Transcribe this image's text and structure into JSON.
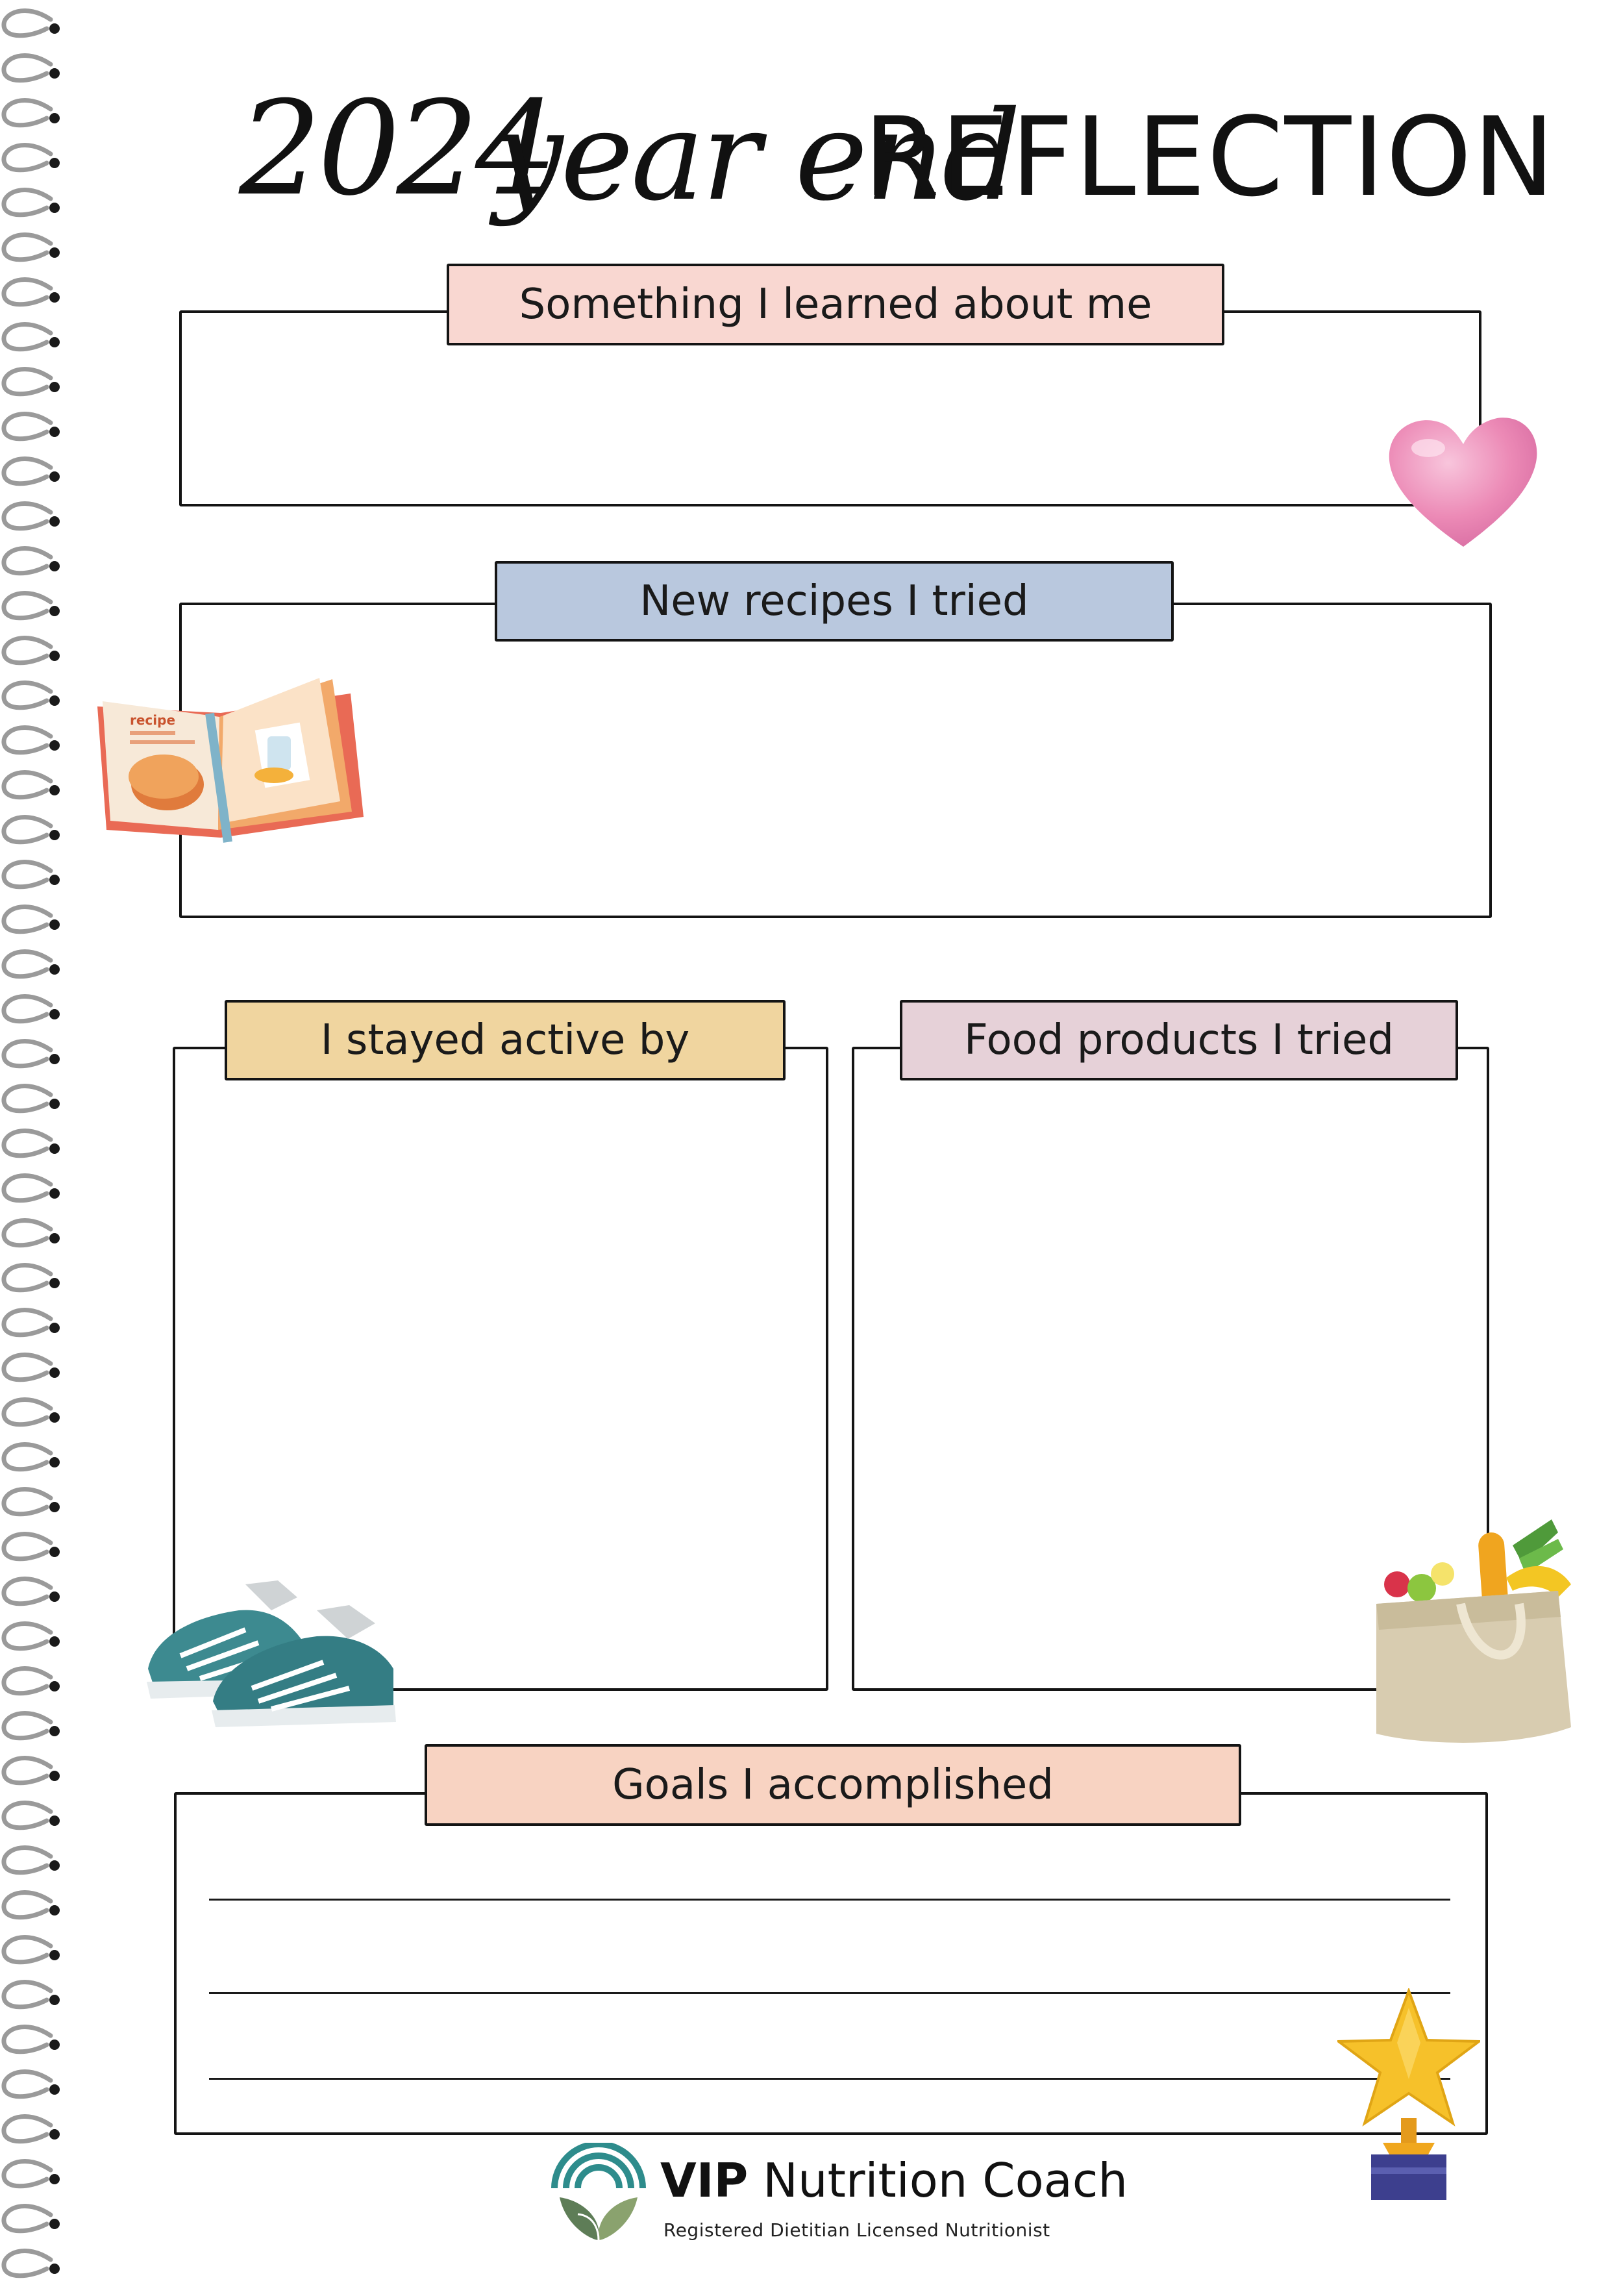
{
  "title": {
    "year": "2024",
    "script": "year end",
    "main": "REFLECTION"
  },
  "sections": {
    "learned": {
      "label": "Something I learned about me",
      "color": "#f9d7d1"
    },
    "recipes": {
      "label": "New recipes I tried",
      "color": "#b9c8de"
    },
    "active": {
      "label": "I stayed active by",
      "color": "#f0d59f"
    },
    "food": {
      "label": "Food products I tried",
      "color": "#e6d1d8"
    },
    "goals": {
      "label": "Goals I accomplished",
      "color": "#f8d3c2"
    }
  },
  "stickers": {
    "heart": "heart-icon",
    "recipe_book": {
      "icon": "recipe-book-icon",
      "text": "recipe"
    },
    "sneakers": "sneakers-icon",
    "grocery_bag": "grocery-bag-icon",
    "trophy": "star-trophy-icon"
  },
  "brand": {
    "name_bold": "VIP",
    "name_rest": "Nutrition Coach",
    "tagline": "Registered Dietitian Licensed Nutritionist"
  }
}
